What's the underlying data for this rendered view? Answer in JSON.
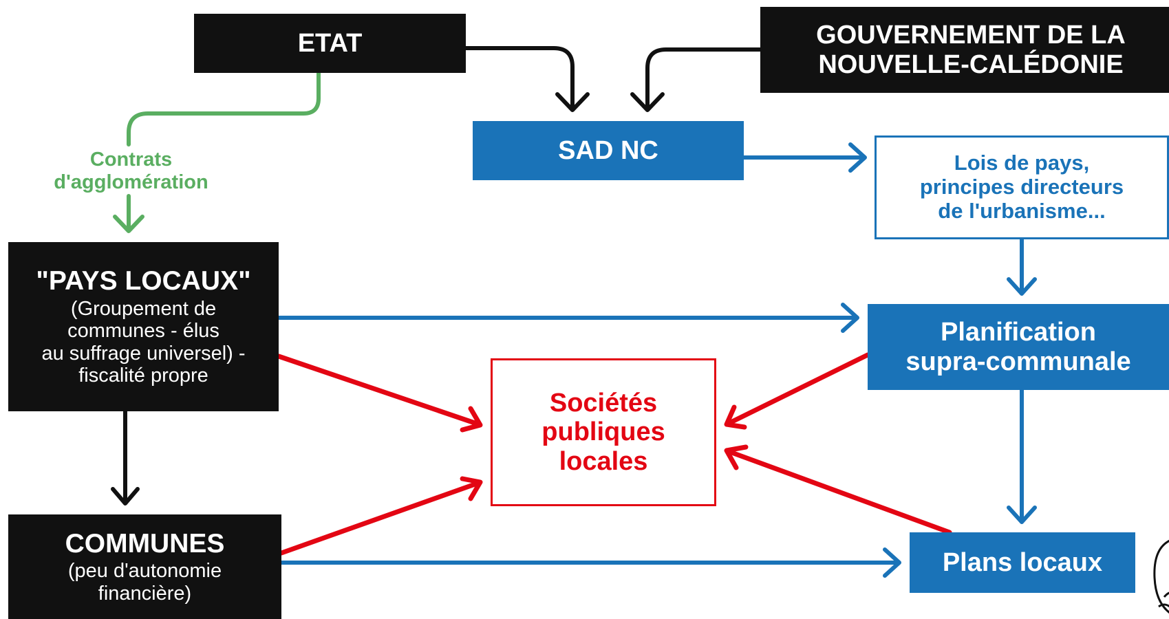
{
  "nodes": {
    "etat": "ETAT",
    "gouvernement_line1": "GOUVERNEMENT DE LA",
    "gouvernement_line2": "NOUVELLE-CALÉDONIE",
    "sad_nc": "SAD NC",
    "lois_line1": "Lois de pays,",
    "lois_line2": "principes directeurs",
    "lois_line3": "de l'urbanisme...",
    "pays_title": "\"PAYS LOCAUX\"",
    "pays_line1": "(Groupement de",
    "pays_line2": "communes - élus",
    "pays_line3": "au suffrage universel) -",
    "pays_line4": "fiscalité propre",
    "planification_line1": "Planification",
    "planification_line2": "supra-communale",
    "spl_line1": "Sociétés",
    "spl_line2": "publiques",
    "spl_line3": "locales",
    "communes_title": "COMMUNES",
    "communes_line1": "(peu d'autonomie",
    "communes_line2": "financière)",
    "plans_locaux": "Plans locaux"
  },
  "edge_labels": {
    "contrats_line1": "Contrats",
    "contrats_line2": "d'agglomération"
  },
  "colors": {
    "black": "#111111",
    "blue": "#1a73b8",
    "red": "#e30613",
    "green": "#5aae61"
  }
}
